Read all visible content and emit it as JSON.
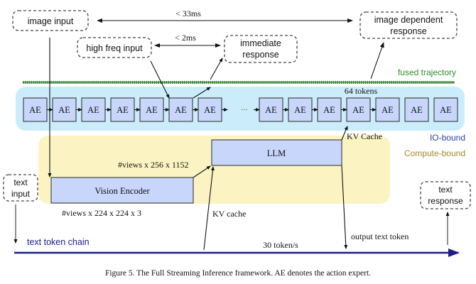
{
  "diagram": {
    "nodes": {
      "image_input": "image input",
      "high_freq_input": "high freq input",
      "immediate_response": [
        "immediate",
        "response"
      ],
      "image_dependent_response": [
        "image dependent",
        "response"
      ],
      "text_input": [
        "text",
        "input"
      ],
      "text_response": [
        "text",
        "response"
      ],
      "vision_encoder": "Vision Encoder",
      "llm": "LLM",
      "action_expert": "AE"
    },
    "ae_chain": {
      "left_count": 7,
      "right_count": 7,
      "ellipsis": "···",
      "tokens_label": "64 tokens"
    },
    "labels": {
      "latency_image": "< 33ms",
      "latency_high_freq": "< 2ms",
      "fused_trajectory": "fused trajectory",
      "io_bound": "IO-bound",
      "compute_bound": "Compute-bound",
      "kv_cache_upper": "KV Cache",
      "kv_cache_lower": "KV cache",
      "vision_output_shape": "#views x 256 x 1152",
      "vision_input_shape": "#views x 224 x 224 x 3",
      "text_token_chain": "text token chain",
      "token_rate": "30 token/s",
      "output_text_token": "output text token"
    },
    "colors": {
      "fused_trajectory": "#2e8b2e",
      "io_bound_text": "#2a43a8",
      "compute_bound_text": "#a08a2a",
      "text_token_chain": "#1f1a8a",
      "ae_fill": "#c9d6fb",
      "io_region": "#cbedfb",
      "compute_region": "#fbf4c2"
    }
  },
  "caption": "Figure 5. The Full Streaming Inference framework. AE denotes the action expert."
}
